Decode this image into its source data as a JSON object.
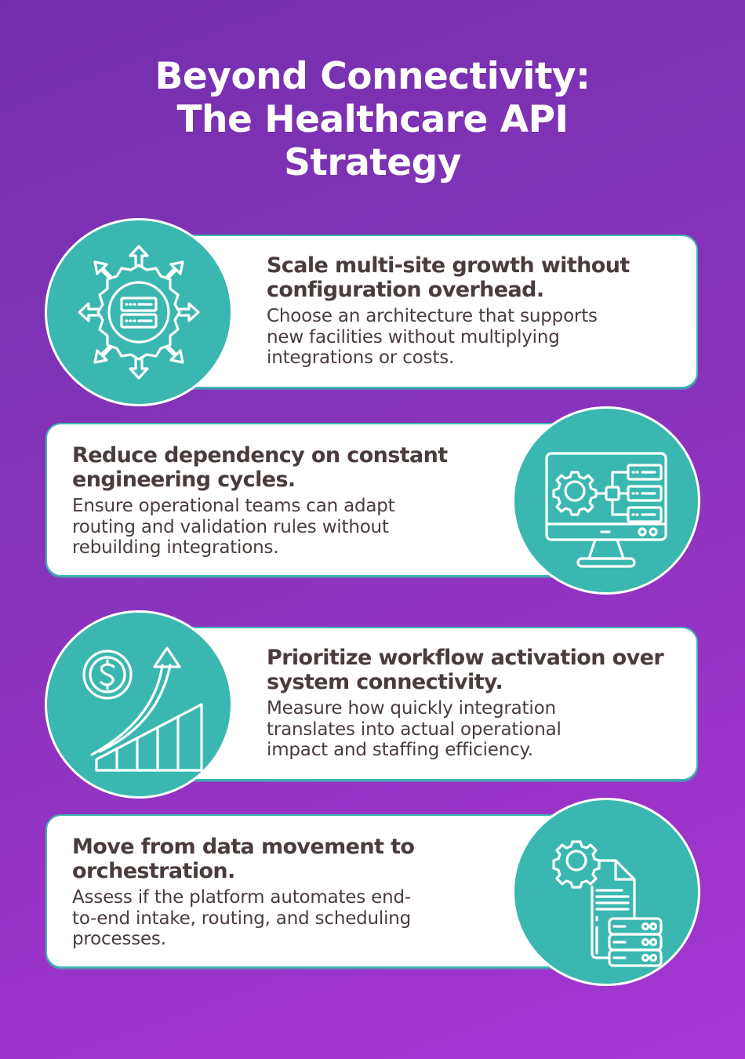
{
  "title": {
    "lines": [
      "Beyond Connectivity:",
      "The Healthcare API",
      "Strategy"
    ]
  },
  "colors": {
    "background_start": "#7330ad",
    "background_end": "#a536d3",
    "accent_teal": "#3ab7b1",
    "card_bg": "#ffffff",
    "text_dark": "#4a3c3c"
  },
  "items": [
    {
      "icon": "network-server-hub-icon",
      "heading_lines": [
        "Scale multi-site growth without",
        "configuration overhead."
      ],
      "body_lines": [
        "Choose an architecture that supports",
        "new facilities without multiplying",
        "integrations or costs."
      ]
    },
    {
      "icon": "monitor-workflow-gear-icon",
      "heading_lines": [
        "Reduce dependency on constant",
        "engineering cycles."
      ],
      "body_lines": [
        "Ensure operational teams can adapt",
        "routing and validation rules without",
        "rebuilding integrations."
      ]
    },
    {
      "icon": "dollar-growth-chart-icon",
      "heading_lines": [
        "Prioritize workflow activation over",
        "system connectivity."
      ],
      "body_lines": [
        "Measure how quickly integration",
        "translates into actual operational",
        "impact and staffing efficiency."
      ]
    },
    {
      "icon": "document-gear-database-icon",
      "heading_lines": [
        "Move from data movement to",
        "orchestration."
      ],
      "body_lines": [
        "Assess if the platform automates end-",
        "to-end intake, routing, and scheduling",
        "processes."
      ]
    }
  ]
}
